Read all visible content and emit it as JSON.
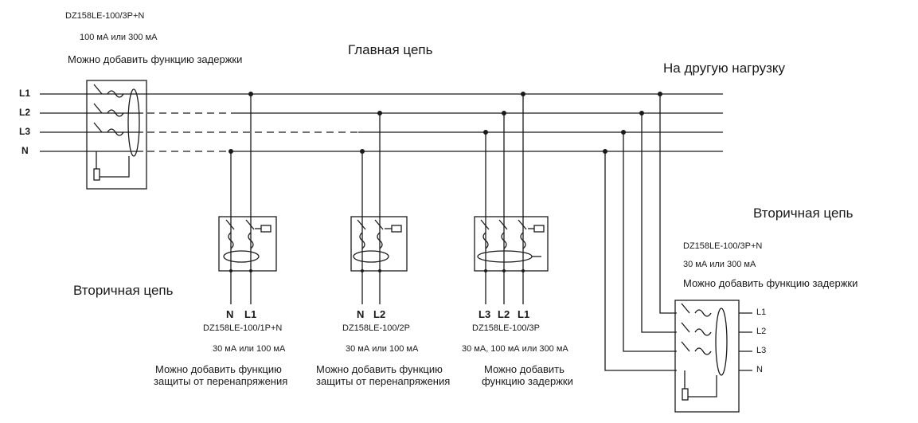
{
  "main_breaker": {
    "model": "DZ158LE-100/3P+N",
    "current": "100 мА или 300 мА",
    "note": "Можно добавить функцию задержки"
  },
  "labels": {
    "main_circuit": "Главная цепь",
    "other_load": "На другую нагрузку",
    "secondary_left": "Вторичная цепь",
    "secondary_right": "Вторичная цепь"
  },
  "bus_lines": [
    "L1",
    "L2",
    "L3",
    "N"
  ],
  "branch_1": {
    "terminals": [
      "N",
      "L1"
    ],
    "model": "DZ158LE-100/1P+N",
    "current": "30 мА или 100 мА",
    "note_line1": "Можно добавить функцию",
    "note_line2": "защиты от перенапряжения"
  },
  "branch_2": {
    "terminals": [
      "N",
      "L2"
    ],
    "model": "DZ158LE-100/2P",
    "current": "30 мА или 100 мА",
    "note_line1": "Можно добавить функцию",
    "note_line2": "защиты от перенапряжения"
  },
  "branch_3": {
    "terminals": [
      "L3",
      "L2",
      "L1"
    ],
    "model": "DZ158LE-100/3P",
    "current": "30 мА, 100 мА или 300 мА",
    "note_line1": "Можно добавить",
    "note_line2": "функцию задержки"
  },
  "secondary_breaker": {
    "model": "DZ158LE-100/3P+N",
    "current": "30 мА или 300 мА",
    "note": "Можно добавить функцию задержки",
    "outputs": [
      "L1",
      "L2",
      "L3",
      "N"
    ]
  },
  "colors": {
    "line": "#1a1a1a",
    "background": "#ffffff"
  }
}
